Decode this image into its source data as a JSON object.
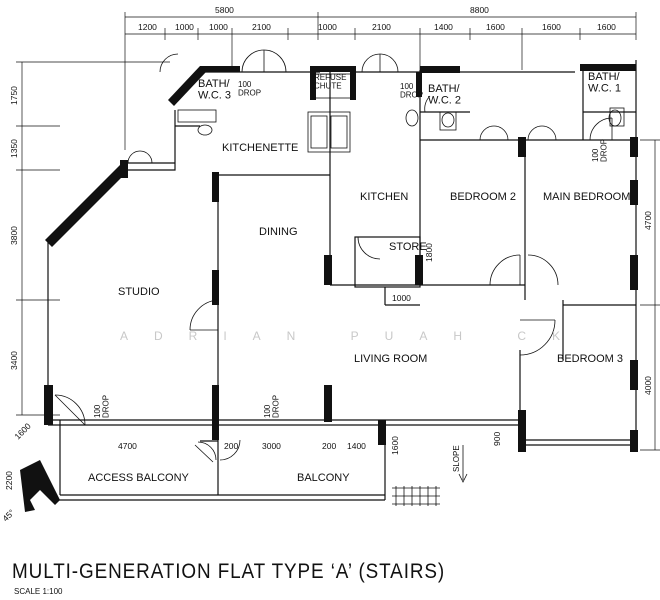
{
  "title": "MULTI-GENERATION FLAT TYPE ‘A’ (STAIRS)",
  "scale": "SCALE 1:100",
  "watermark": "ADRIAN PUAH CK",
  "rooms": {
    "bath_wc3": "BATH/\nW.C. 3",
    "refuse_chute": "REFUSE\nCHUTE",
    "bath_wc2": "BATH/\nW.C. 2",
    "bath_wc1": "BATH/\nW.C. 1",
    "kitchenette": "KITCHENETTE",
    "kitchen": "KITCHEN",
    "bedroom2": "BEDROOM 2",
    "main_bedroom": "MAIN BEDROOM",
    "dining": "DINING",
    "store": "STORE",
    "studio": "STUDIO",
    "living_room": "LIVING ROOM",
    "bedroom3": "BEDROOM 3",
    "access_balcony": "ACCESS BALCONY",
    "balcony": "BALCONY"
  },
  "notes": {
    "drop_100": "100\nDROP",
    "slope": "SLOPE"
  },
  "dimensions": {
    "top_total_left": "5800",
    "top_total_right": "8800",
    "top_segments": [
      "1200",
      "1000",
      "1000",
      "2100",
      "1000",
      "2100",
      "1400",
      "1600",
      "1600",
      "1600"
    ],
    "left_segments": [
      "1750",
      "1350",
      "3800",
      "3400"
    ],
    "right_segments": [
      "4700",
      "4000"
    ],
    "bottom_segments": [
      "4700",
      "200",
      "3000",
      "200",
      "1400"
    ],
    "store_w": "1000",
    "store_h": "1800",
    "balcony_depth": "1600",
    "right_small": "900",
    "left_1600": "1600",
    "left_2200": "2200",
    "angle": "45°"
  }
}
